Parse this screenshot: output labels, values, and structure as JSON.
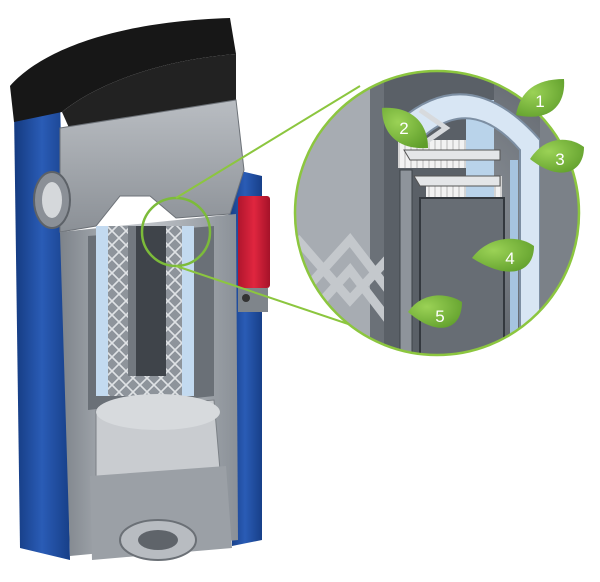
{
  "colors": {
    "housing_blue": "#1f4fa3",
    "housing_black": "#151515",
    "casting_grey": "#a9aeb4",
    "casting_dark": "#6e737a",
    "accent_red": "#d31f3a",
    "callout_green": "#7cbb3a",
    "leader_green": "#8cc63f",
    "filter_light_blue": "#b9d3ea"
  },
  "callouts": [
    {
      "label": "1",
      "icon": "leaf-callout"
    },
    {
      "label": "2",
      "icon": "leaf-callout"
    },
    {
      "label": "3",
      "icon": "leaf-callout"
    },
    {
      "label": "4",
      "icon": "leaf-callout"
    },
    {
      "label": "5",
      "icon": "leaf-callout"
    }
  ]
}
